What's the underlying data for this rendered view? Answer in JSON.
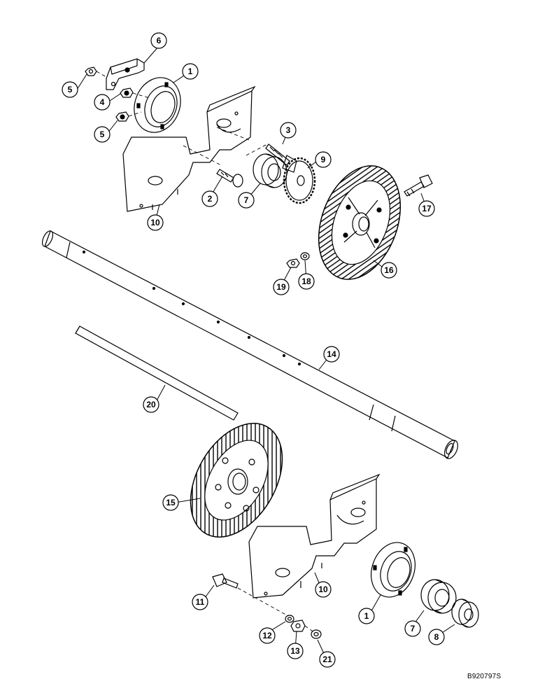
{
  "diagram": {
    "drawing_id": "B920797S",
    "callouts": [
      "1",
      "2",
      "3",
      "4",
      "5",
      "5",
      "6",
      "7",
      "9",
      "10",
      "16",
      "17",
      "18",
      "19",
      "14",
      "20",
      "15",
      "10",
      "11",
      "1",
      "7",
      "8",
      "12",
      "13",
      "21"
    ]
  }
}
